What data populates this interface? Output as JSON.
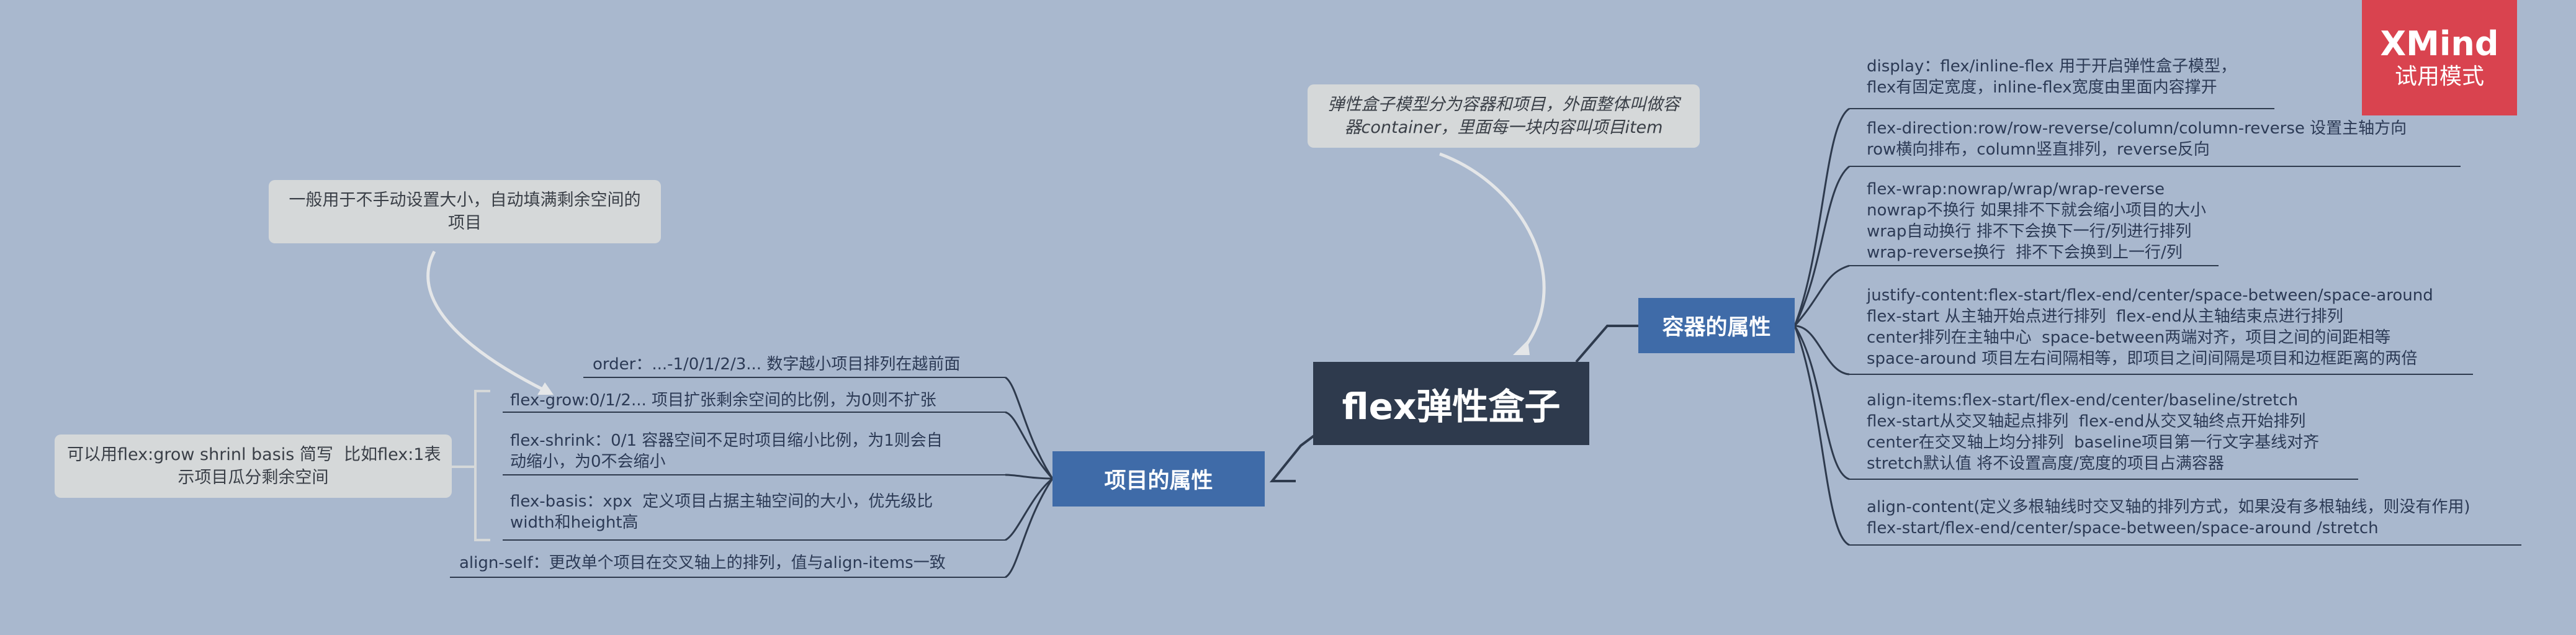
{
  "central_topic": "flex弹性盒子",
  "right_branch": {
    "title": "容器的属性",
    "items": [
      "display：flex/inline-flex 用于开启弹性盒子模型，\nflex有固定宽度，inline-flex宽度由里面内容撑开",
      "flex-direction:row/row-reverse/column/column-reverse 设置主轴方向\nrow横向排布，column竖直排列，reverse反向",
      "flex-wrap:nowrap/wrap/wrap-reverse\nnowrap不换行 如果排不下就会缩小项目的大小\nwrap自动换行 排不下会换下一行/列进行排列\nwrap-reverse换行  排不下会换到上一行/列",
      "justify-content:flex-start/flex-end/center/space-between/space-around\nflex-start 从主轴开始点进行排列  flex-end从主轴结束点进行排列\ncenter排列在主轴中心  space-between两端对齐，项目之间的间距相等\nspace-around 项目左右间隔相等，即项目之间间隔是项目和边框距离的两倍",
      "align-items:flex-start/flex-end/center/baseline/stretch\nflex-start从交叉轴起点排列  flex-end从交叉轴终点开始排列\ncenter在交叉轴上均分排列  baseline项目第一行文字基线对齐\nstretch默认值 将不设置高度/宽度的项目占满容器",
      "align-content(定义多根轴线时交叉轴的排列方式，如果没有多根轴线，则没有作用)\nflex-start/flex-end/center/space-between/space-around /stretch"
    ]
  },
  "left_branch": {
    "title": "项目的属性",
    "items": [
      "order：...-1/0/1/2/3... 数字越小项目排列在越前面",
      "flex-grow:0/1/2... 项目扩张剩余空间的比例，为0则不扩张",
      "flex-shrink：0/1 容器空间不足时项目缩小比例，为1则会自\n动缩小，为0不会缩小",
      "flex-basis：xpx  定义项目占据主轴空间的大小，优先级比\nwidth和height高",
      "align-self：更改单个项目在交叉轴上的排列，值与align-items一致"
    ]
  },
  "notes": {
    "container_note": "弹性盒子模型分为容器和项目，外面整体叫做容\n器container，里面每一块内容叫项目item",
    "grow_note": "一般用于不手动设置大小，自动填满剩余空间的\n项目",
    "flex_shorthand_note": "可以用flex:grow shrinl basis 简写  比如flex:1表\n示项目瓜分剩余空间"
  },
  "watermark": {
    "brand": "XMind",
    "mode": "试用模式"
  },
  "colors": {
    "background": "#a9b8ce",
    "central": "#2e3a4d",
    "branch": "#3f6ba8",
    "note": "#d5d8d9",
    "watermark": "#d9434f"
  }
}
